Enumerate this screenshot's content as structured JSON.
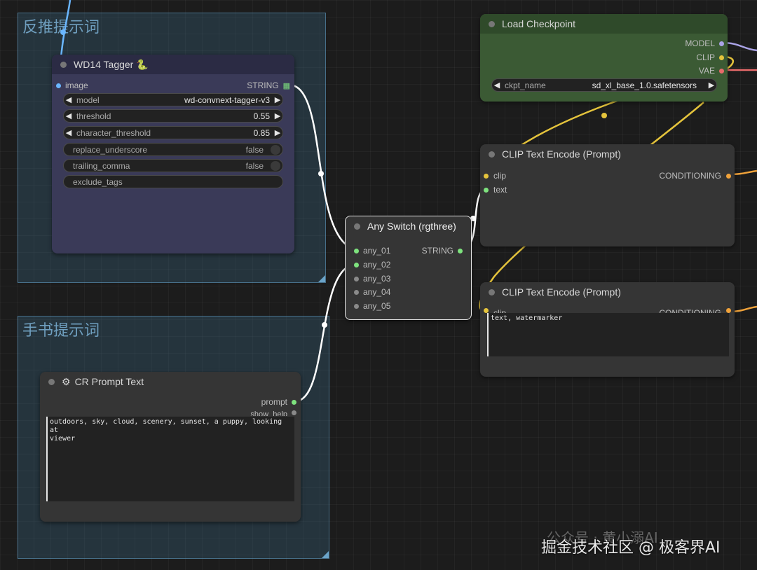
{
  "colors": {
    "canvas_bg": "#1c1c1c",
    "node_bg": "#353535",
    "header_tagger": "#2b2b44",
    "checkpoint_bg": "#3b5a34",
    "wire_string": "#ffffff",
    "wire_clip": "#e5c43c",
    "wire_model": "#aaa3e6",
    "wire_vae": "#e86a6a",
    "slot_green": "#7ee37e",
    "slot_gray": "#8a8a8a",
    "slot_blue": "#6ab6ff",
    "slot_orange": "#f0a23a"
  },
  "groups": {
    "top": {
      "title": "反推提示词"
    },
    "bottom": {
      "title": "手书提示词"
    }
  },
  "wd14": {
    "title": "WD14 Tagger 🐍",
    "input_image": "image",
    "output_string": "STRING",
    "output_icon": "grid-icon",
    "widgets": {
      "model": {
        "label": "model",
        "value": "wd-convnext-tagger-v3"
      },
      "threshold": {
        "label": "threshold",
        "value": "0.55"
      },
      "character_threshold": {
        "label": "character_threshold",
        "value": "0.85"
      },
      "replace_underscore": {
        "label": "replace_underscore",
        "value": "false"
      },
      "trailing_comma": {
        "label": "trailing_comma",
        "value": "false"
      },
      "exclude_tags": {
        "label": "exclude_tags"
      }
    }
  },
  "cr_prompt": {
    "title": "CR Prompt Text",
    "output_prompt": "prompt",
    "output_show_help": "show_help",
    "text": "outdoors, sky, cloud, scenery, sunset, a puppy, looking at\nviewer"
  },
  "any_switch": {
    "title": "Any Switch (rgthree)",
    "inputs": [
      "any_01",
      "any_02",
      "any_03",
      "any_04",
      "any_05"
    ],
    "output": "STRING"
  },
  "checkpoint": {
    "title": "Load Checkpoint",
    "outputs": {
      "model": "MODEL",
      "clip": "CLIP",
      "vae": "VAE"
    },
    "ckpt_label": "ckpt_name",
    "ckpt_value": "sd_xl_base_1.0.safetensors"
  },
  "clip_pos": {
    "title": "CLIP Text Encode (Prompt)",
    "input_clip": "clip",
    "input_text": "text",
    "output": "CONDITIONING"
  },
  "clip_neg": {
    "title": "CLIP Text Encode (Prompt)",
    "input_clip": "clip",
    "output": "CONDITIONING",
    "text": "text, watermarker"
  },
  "watermark": {
    "line1": "公众号 · 黄小溺AI",
    "line2": "掘金技术社区 @ 极客界AI"
  }
}
